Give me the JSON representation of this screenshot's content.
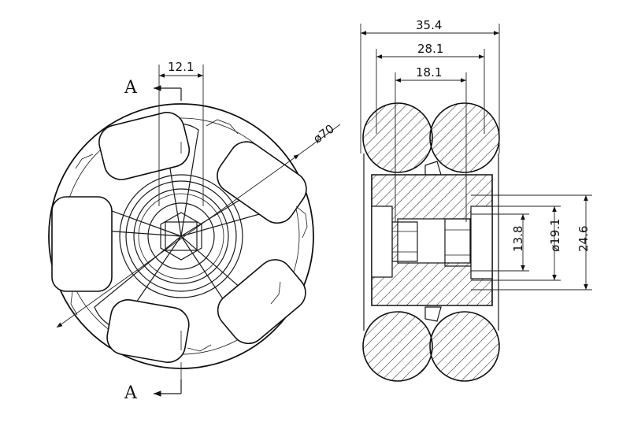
{
  "front_view": {
    "section_label_top": "A",
    "section_label_bottom": "A",
    "dim_hub_width": "12.1",
    "dim_diameter": "ø70"
  },
  "side_view": {
    "dim_overall_width": "35.4",
    "dim_roller_span": "28.1",
    "dim_hub_width": "18.1",
    "dim_bore": "13.8",
    "dim_hub_diameter": "ø19.1",
    "dim_height": "24.6"
  }
}
